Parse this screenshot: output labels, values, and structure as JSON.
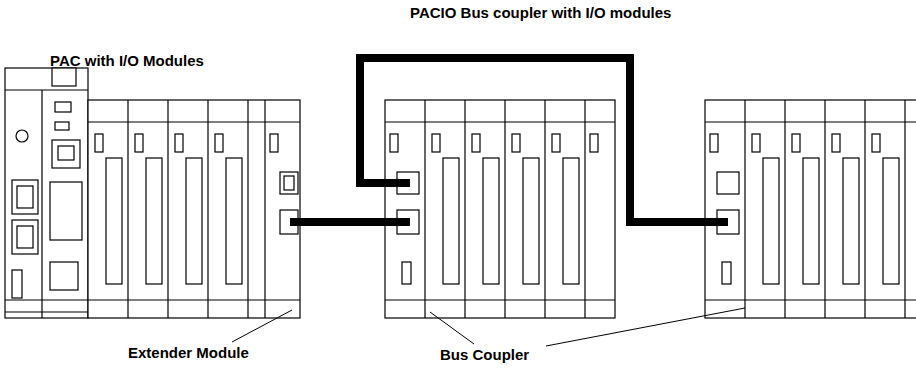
{
  "diagram": {
    "labels": [
      "PACIO Bus coupler with I/O modules",
      "PAC with I/O Modules",
      "Extender Module",
      "Bus Coupler"
    ]
  }
}
